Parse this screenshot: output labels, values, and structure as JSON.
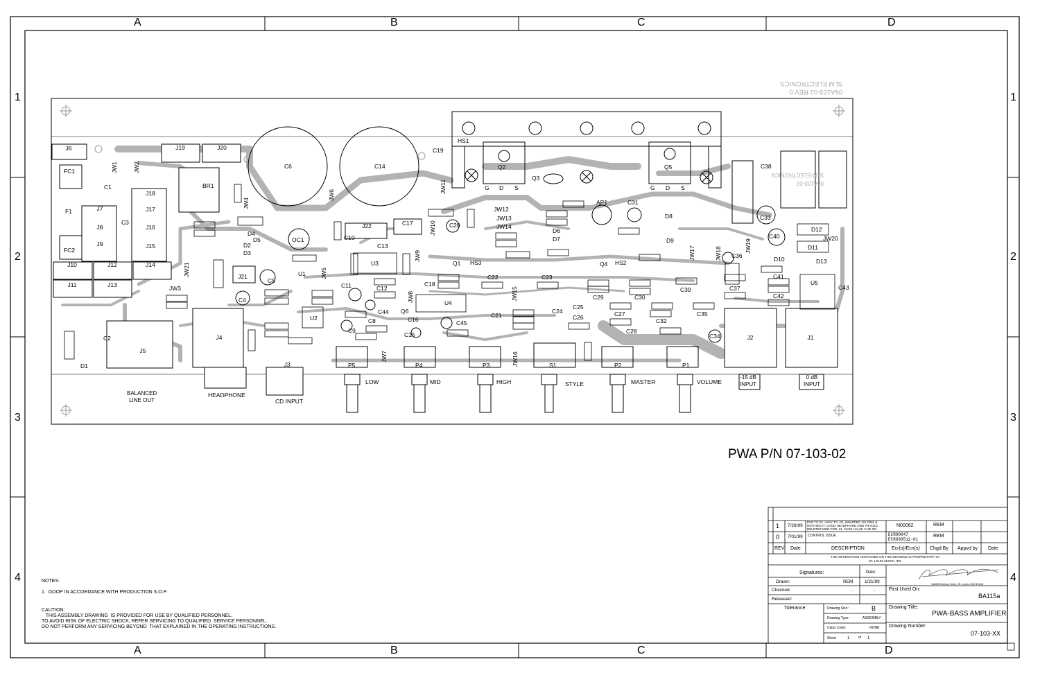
{
  "zones": {
    "columns": [
      "A",
      "B",
      "C",
      "D"
    ],
    "rows": [
      "1",
      "2",
      "3",
      "4"
    ]
  },
  "pwa_part_number": "PWA P/N 07-103-02",
  "silkscreen": {
    "company_mirrored": "SLM ELECTRONICS",
    "board_mirrored": "06A103-02 REV 0",
    "company_mirrored_small": "SLM ELECTRONICS",
    "board_mirrored_small": "06A103-02"
  },
  "components": {
    "connectors": [
      "J6",
      "J19",
      "J20",
      "J18",
      "J17",
      "J16",
      "J15",
      "J14",
      "J7",
      "J8",
      "J9",
      "J10",
      "J11",
      "J12",
      "J13",
      "J21",
      "J22",
      "J4",
      "J5",
      "J3",
      "J2",
      "J1"
    ],
    "capacitors": [
      "C1",
      "C2",
      "C3",
      "C4",
      "C5",
      "C6",
      "C8",
      "C9",
      "C10",
      "C11",
      "C12",
      "C13",
      "C14",
      "C15",
      "C16",
      "C17",
      "C18",
      "C19",
      "C20",
      "C21",
      "C22",
      "C23",
      "C24",
      "C25",
      "C26",
      "C27",
      "C28",
      "C29",
      "C30",
      "C31",
      "C32",
      "C33",
      "C34",
      "C35",
      "C36",
      "C37",
      "C38",
      "C39",
      "C40",
      "C41",
      "C42",
      "C43",
      "C44",
      "C45"
    ],
    "jumpers": [
      "JW1",
      "JW2",
      "JW3",
      "JW4",
      "JW5",
      "JW6",
      "JW7",
      "JW8",
      "JW9",
      "JW10",
      "JW11",
      "JW12",
      "JW13",
      "JW14",
      "JW15",
      "JW16",
      "JW17",
      "JW18",
      "JW19",
      "JW20",
      "JW21"
    ],
    "misc": [
      "FC1",
      "FC2",
      "F1",
      "BR1",
      "OC1",
      "U1",
      "U2",
      "U3",
      "U4",
      "U5",
      "Q1",
      "Q2",
      "Q3",
      "Q4",
      "Q5",
      "Q6",
      "HS1",
      "HS2",
      "HS3",
      "AP1",
      "D1",
      "D2",
      "D3",
      "D4",
      "D5",
      "D6",
      "D7",
      "D8",
      "D9",
      "D10",
      "D11",
      "D12",
      "D13",
      "S1",
      "P1",
      "P2",
      "P3",
      "P4",
      "P5"
    ]
  },
  "board_labels": {
    "balanced_line_out": "BALANCED\nLINE OUT",
    "headphone": "HEADPHONE",
    "cd_input": "CD INPUT",
    "low": "LOW",
    "mid": "MID",
    "high": "HIGH",
    "style": "STYLE",
    "master": "MASTER",
    "volume": "VOLUME",
    "minus15db_input": "-15 dB\nINPUT",
    "zerodb_input": "0 dB\nINPUT",
    "gds": [
      "G",
      "D",
      "S"
    ]
  },
  "notes": {
    "heading": "NOTES:",
    "items": [
      "1.  GOOP IN ACCORDANCE WITH PRODUCTION S.O.P."
    ]
  },
  "caution": {
    "heading": "CAUTION:",
    "lines": [
      "   THIS ASSEMBLY DRAWING  IS PROVIDED FOR USE BY QUALIFIED PERSONNEL.",
      "TO AVOID RISK OF ELECTRIC SHOCK, REFER SERVICING TO QUALIFIED  SERVICE PERSONNEL.",
      "DO NOT PERFORM ANY SERVICING BEYOND  THAT EXPLAINED IN THE OPERATING INSTRUCTIONS."
    ]
  },
  "revisions": {
    "rows": [
      {
        "rev": "1",
        "date": "7/28/99",
        "description": "PCB TO 02. ASSY TO -02. SWAPPED J21 PINS & ROTATED IT. CHGD HEADPHONE GND TRACES. DELETED MOD FOR -01. FUSE VALUE CHG ON SILKSCREEN.",
        "ecr": "N00062",
        "chgd_by": "REM"
      },
      {
        "rev": "0",
        "date": "7/01/99",
        "description": "CONTROL ISSUE",
        "ecr": "ECR00047\nECR990512-01",
        "chgd_by": "REM"
      }
    ],
    "headers": {
      "rev": "REV",
      "date": "Date",
      "description": "DESCRIPTION",
      "ecr": "Ecr(s)/Ecn(s)",
      "chgd_by": "Chgd By",
      "appvd_by": "Appvd by",
      "date2": "Date"
    }
  },
  "title_block": {
    "proprietary": "THE INFORMATION CONTAINED ON THIS DRAWING IS PROPRIETARY TO\nST. LOUIS MUSIC, INC",
    "signatures_label": "Signatures:",
    "date_label": "Date:",
    "drawn_label": "Drawn:",
    "drawn_by": "REM",
    "drawn_date": "1/21/99",
    "checked_label": "Checked:",
    "released_label": "Released:",
    "dash": "-",
    "company_address": "11860 Borman Drive, St. Louis, MO 63146",
    "first_used_label": "First Used On:",
    "first_used": "BA115a",
    "tolerance_label": "Tolerance:",
    "drawing_size_label": "Drawing Size:",
    "drawing_size": "B",
    "drawing_type_label": "Drawing Type:",
    "drawing_type": "ASSEMBLY",
    "class_code_label": "Class Code:",
    "class_code": "NONE",
    "sheet_label": "Sheet",
    "sheet_num": "1",
    "sheet_of": "of",
    "sheet_total": "1",
    "drawing_title_label": "Drawing Title:",
    "drawing_title": "PWA-BASS AMPLIFIER",
    "drawing_number_label": "Drawing Number:",
    "drawing_number": "07-103-XX"
  },
  "colors": {
    "trace": "#b3b3b3",
    "ink": "#000000",
    "paper": "#ffffff"
  }
}
